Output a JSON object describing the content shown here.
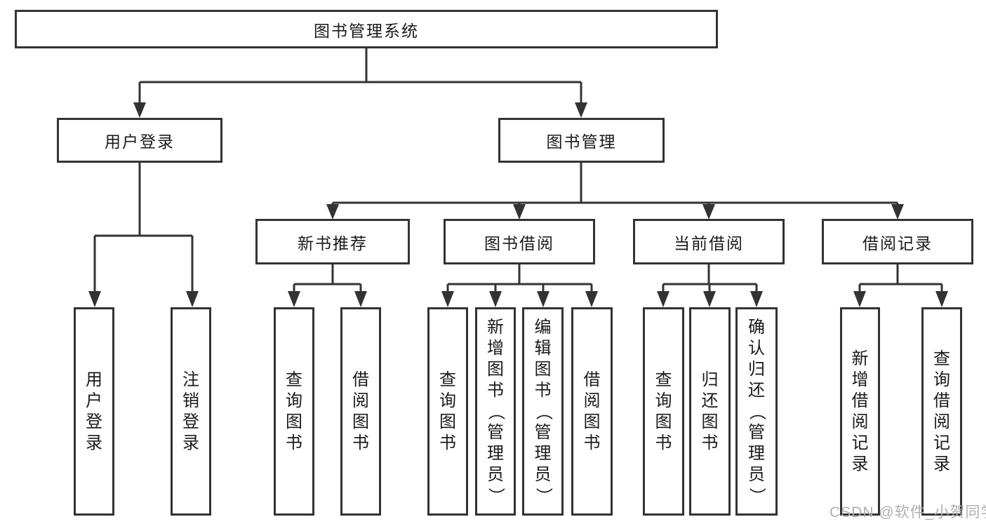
{
  "diagram": {
    "type": "hierarchy-tree",
    "background_color": "#ffffff",
    "line_color": "#333333",
    "text_color": "#1a1a1a",
    "tree": {
      "label": "图书管理系统",
      "children": [
        {
          "label": "用户登录",
          "children": [
            {
              "label": "用户登录"
            },
            {
              "label": "注销登录"
            }
          ]
        },
        {
          "label": "图书管理",
          "children": [
            {
              "label": "新书推荐",
              "children": [
                {
                  "label": "查询图书"
                },
                {
                  "label": "借阅图书"
                }
              ]
            },
            {
              "label": "图书借阅",
              "children": [
                {
                  "label": "查询图书"
                },
                {
                  "label": "新增图书（管理员）"
                },
                {
                  "label": "编辑图书（管理员）"
                },
                {
                  "label": "借阅图书"
                }
              ]
            },
            {
              "label": "当前借阅",
              "children": [
                {
                  "label": "查询图书"
                },
                {
                  "label": "归还图书"
                },
                {
                  "label": "确认归还（管理员）"
                }
              ]
            },
            {
              "label": "借阅记录",
              "children": [
                {
                  "label": "新增借阅记录"
                },
                {
                  "label": "查询借阅记录"
                }
              ]
            }
          ]
        }
      ]
    },
    "watermark": {
      "text": "CSDN @软件_小贺同学",
      "color": "#b0b0b0"
    }
  }
}
